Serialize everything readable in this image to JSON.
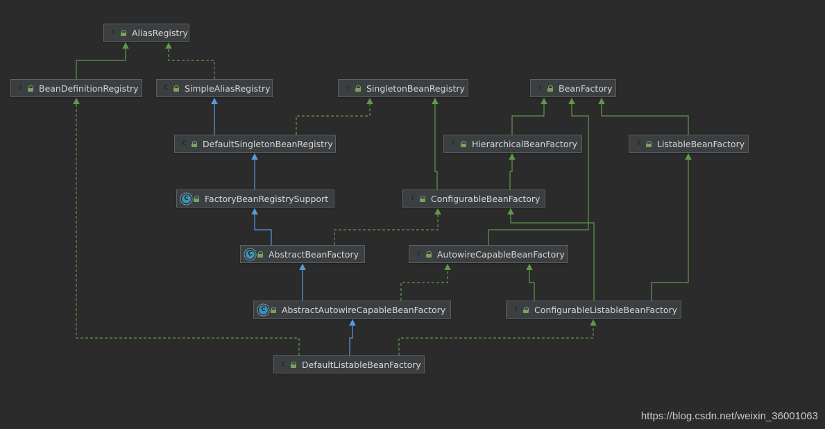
{
  "nodes": {
    "alias_registry": {
      "label": "AliasRegistry",
      "kind": "interface",
      "badge": "I"
    },
    "bean_definition_registry": {
      "label": "BeanDefinitionRegistry",
      "kind": "interface",
      "badge": "I"
    },
    "simple_alias_registry": {
      "label": "SimpleAliasRegistry",
      "kind": "class",
      "badge": "C"
    },
    "singleton_bean_registry": {
      "label": "SingletonBeanRegistry",
      "kind": "interface",
      "badge": "I"
    },
    "bean_factory": {
      "label": "BeanFactory",
      "kind": "interface",
      "badge": "I"
    },
    "default_singleton_bean_registry": {
      "label": "DefaultSingletonBeanRegistry",
      "kind": "class",
      "badge": "C"
    },
    "hierarchical_bean_factory": {
      "label": "HierarchicalBeanFactory",
      "kind": "interface",
      "badge": "I"
    },
    "listable_bean_factory": {
      "label": "ListableBeanFactory",
      "kind": "interface",
      "badge": "I"
    },
    "factory_bean_registry_support": {
      "label": "FactoryBeanRegistrySupport",
      "kind": "abstract",
      "badge": "C"
    },
    "configurable_bean_factory": {
      "label": "ConfigurableBeanFactory",
      "kind": "interface",
      "badge": "I"
    },
    "abstract_bean_factory": {
      "label": "AbstractBeanFactory",
      "kind": "abstract",
      "badge": "C"
    },
    "autowire_capable_bean_factory": {
      "label": "AutowireCapableBeanFactory",
      "kind": "interface",
      "badge": "I"
    },
    "abstract_autowire_capable_bean_factory": {
      "label": "AbstractAutowireCapableBeanFactory",
      "kind": "abstract",
      "badge": "C"
    },
    "configurable_listable_bean_factory": {
      "label": "ConfigurableListableBeanFactory",
      "kind": "interface",
      "badge": "I"
    },
    "default_listable_bean_factory": {
      "label": "DefaultListableBeanFactory",
      "kind": "class",
      "badge": "C"
    }
  },
  "relations": [
    {
      "from": "bean_definition_registry",
      "to": "alias_registry",
      "type": "interface-extends"
    },
    {
      "from": "simple_alias_registry",
      "to": "alias_registry",
      "type": "implements"
    },
    {
      "from": "default_singleton_bean_registry",
      "to": "simple_alias_registry",
      "type": "class-extends"
    },
    {
      "from": "default_singleton_bean_registry",
      "to": "singleton_bean_registry",
      "type": "implements"
    },
    {
      "from": "factory_bean_registry_support",
      "to": "default_singleton_bean_registry",
      "type": "class-extends"
    },
    {
      "from": "abstract_bean_factory",
      "to": "factory_bean_registry_support",
      "type": "class-extends"
    },
    {
      "from": "abstract_bean_factory",
      "to": "configurable_bean_factory",
      "type": "implements"
    },
    {
      "from": "hierarchical_bean_factory",
      "to": "bean_factory",
      "type": "interface-extends"
    },
    {
      "from": "listable_bean_factory",
      "to": "bean_factory",
      "type": "interface-extends"
    },
    {
      "from": "configurable_bean_factory",
      "to": "hierarchical_bean_factory",
      "type": "interface-extends"
    },
    {
      "from": "configurable_bean_factory",
      "to": "singleton_bean_registry",
      "type": "interface-extends"
    },
    {
      "from": "autowire_capable_bean_factory",
      "to": "bean_factory",
      "type": "interface-extends"
    },
    {
      "from": "abstract_autowire_capable_bean_factory",
      "to": "abstract_bean_factory",
      "type": "class-extends"
    },
    {
      "from": "abstract_autowire_capable_bean_factory",
      "to": "autowire_capable_bean_factory",
      "type": "implements"
    },
    {
      "from": "configurable_listable_bean_factory",
      "to": "autowire_capable_bean_factory",
      "type": "interface-extends"
    },
    {
      "from": "configurable_listable_bean_factory",
      "to": "configurable_bean_factory",
      "type": "interface-extends"
    },
    {
      "from": "configurable_listable_bean_factory",
      "to": "listable_bean_factory",
      "type": "interface-extends"
    },
    {
      "from": "default_listable_bean_factory",
      "to": "abstract_autowire_capable_bean_factory",
      "type": "class-extends"
    },
    {
      "from": "default_listable_bean_factory",
      "to": "configurable_listable_bean_factory",
      "type": "implements"
    },
    {
      "from": "default_listable_bean_factory",
      "to": "bean_definition_registry",
      "type": "implements"
    }
  ],
  "colors": {
    "background": "#2b2b2b",
    "class_extends": "#5a9ae0",
    "interface_extends": "#5f9a4a",
    "implements": "#5f9a4a"
  },
  "watermark": "https://blog.csdn.net/weixin_36001063"
}
